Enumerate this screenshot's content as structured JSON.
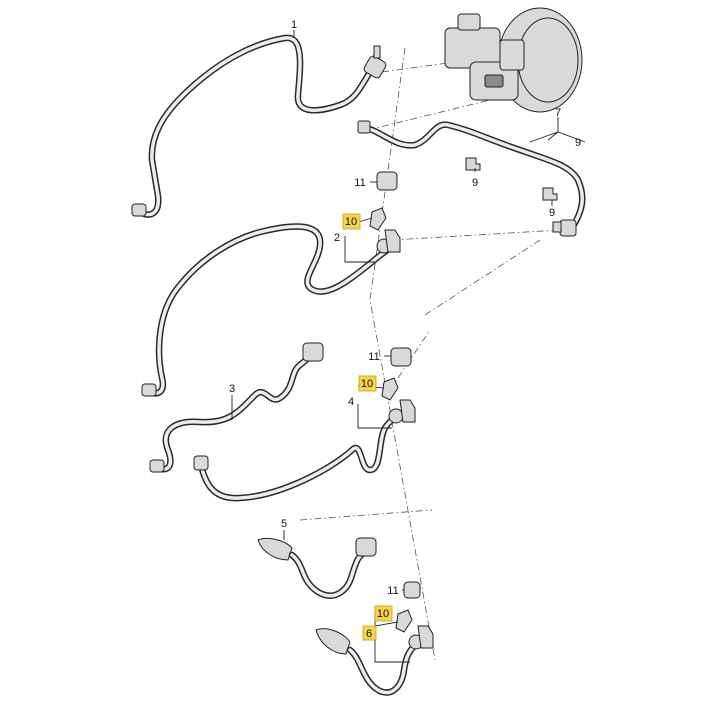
{
  "callouts": {
    "c1": "1",
    "c2": "2",
    "c3": "3",
    "c4": "4",
    "c5": "5",
    "c6": "6",
    "c7": "7",
    "c9a": "9",
    "c9b": "9",
    "c9c": "9",
    "c10a": "10",
    "c10b": "10",
    "c10c": "10",
    "c11a": "11",
    "c11b": "11",
    "c11c": "11"
  },
  "colors": {
    "highlight": "#f3d451",
    "hose": "#2a2a2a",
    "part": "#d9d9d9"
  }
}
